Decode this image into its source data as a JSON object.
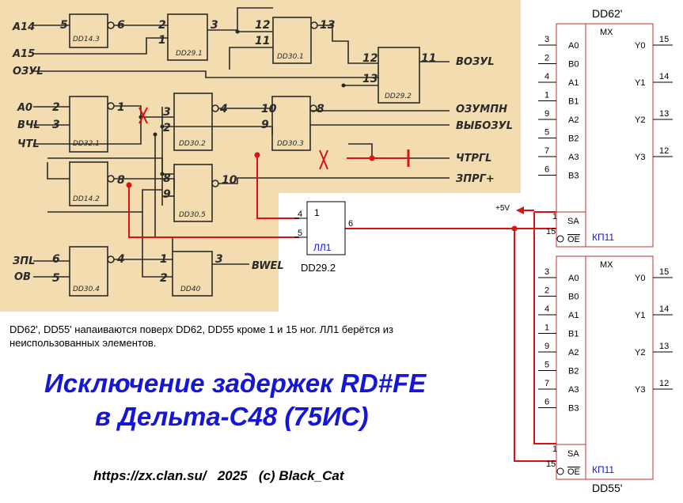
{
  "scan_labels": {
    "a14": "A14",
    "a15": "A15",
    "ozu_l": "ОЗУL",
    "a0": "A0",
    "bvl": "ВЧL",
    "chtl": "ЧТL",
    "zpl": "ЗПL",
    "ob": "ОВ",
    "bozul": "ВОЗУL",
    "ozu_mpn": "ОЗУМПН",
    "vyb_ozu_l": "ВЫБОЗУL",
    "chtrg": "ЧТРГL",
    "zprg": "ЗПРГ+",
    "bwel": "BWEL",
    "dd_a": "DD14.3",
    "dd_b": "DD29.1",
    "dd_c": "DD30.1",
    "dd_d": "DD29.2",
    "dd_e": "DD32.1",
    "dd_f": "DD30.2",
    "dd_g": "DD30.3",
    "dd_h": "DD14.2",
    "dd_i": "DD30.5",
    "dd_j": "DD30.4",
    "dd_k": "DD40",
    "pin_5a": "5",
    "pin_6a": "6",
    "pin_2a": "2",
    "pin_1a": "1",
    "pin_3a": "3",
    "pin_12a": "12",
    "pin_11a": "11",
    "pin_13a": "13",
    "pin_12b": "12",
    "pin_13b": "13",
    "pin_11b": "11",
    "pin_2b": "2",
    "pin_1b": "1",
    "pin_3b": "3",
    "pin_2c": "2",
    "pin_4a": "4",
    "pin_10a": "10",
    "pin_9a": "9",
    "pin_8a": "8",
    "pin_3c": "3",
    "pin_8b": "8",
    "pin_9b": "9",
    "pin_10b": "10",
    "pin_6b": "6",
    "pin_4b": "4",
    "pin_1c": "1",
    "pin_5b": "5",
    "pin_2d": "2",
    "pin_3d": "3",
    "pin_8c": "8"
  },
  "ll1": {
    "label": "ЛЛ1",
    "name": "DD29.2",
    "in_a": "4",
    "in_b": "5",
    "out": "6",
    "func": "1"
  },
  "vcc": "+5V",
  "mux_top": {
    "name": "DD62'",
    "type": "МХ",
    "part": "КП11",
    "inputs": [
      {
        "pin": "3",
        "label": "A0"
      },
      {
        "pin": "2",
        "label": "B0"
      },
      {
        "pin": "4",
        "label": "A1"
      },
      {
        "pin": "1",
        "label": "B1"
      },
      {
        "pin": "9",
        "label": "A2"
      },
      {
        "pin": "5",
        "label": "B2"
      },
      {
        "pin": "7",
        "label": "A3"
      },
      {
        "pin": "6",
        "label": "B3"
      }
    ],
    "outputs": [
      {
        "pin": "15",
        "label": "Y0"
      },
      {
        "pin": "14",
        "label": "Y1"
      },
      {
        "pin": "13",
        "label": "Y2"
      },
      {
        "pin": "12",
        "label": "Y3"
      }
    ],
    "sa": {
      "pin": "1",
      "label": "SA"
    },
    "oe": {
      "pin": "15",
      "label": "OE"
    }
  },
  "mux_bottom": {
    "name": "DD55'",
    "type": "МХ",
    "part": "КП11",
    "inputs": [
      {
        "pin": "3",
        "label": "A0"
      },
      {
        "pin": "2",
        "label": "B0"
      },
      {
        "pin": "4",
        "label": "A1"
      },
      {
        "pin": "1",
        "label": "B1"
      },
      {
        "pin": "9",
        "label": "A2"
      },
      {
        "pin": "5",
        "label": "B2"
      },
      {
        "pin": "7",
        "label": "A3"
      },
      {
        "pin": "6",
        "label": "B3"
      }
    ],
    "outputs": [
      {
        "pin": "15",
        "label": "Y0"
      },
      {
        "pin": "14",
        "label": "Y1"
      },
      {
        "pin": "13",
        "label": "Y2"
      },
      {
        "pin": "12",
        "label": "Y3"
      }
    ],
    "sa": {
      "pin": "1",
      "label": "SA"
    },
    "oe": {
      "pin": "15",
      "label": "OE"
    }
  },
  "note": "DD62', DD55' напаиваются поверх DD62, DD55 кроме 1 и 15 ног. ЛЛ1 берётся из неиспользованных элементов.",
  "title_line1": "Исключение задержек RD#FE",
  "title_line2": "в Дельта-С48 (75ИС)",
  "footer": {
    "url": "https://zx.clan.su/",
    "year": "2025",
    "author": "(c) Black_Cat"
  },
  "colors": {
    "paper": "#f2dcb0",
    "ink": "#2a2a2a",
    "red": "#dd1111",
    "blue": "#1616d8",
    "chip_border": "#c0303a"
  }
}
